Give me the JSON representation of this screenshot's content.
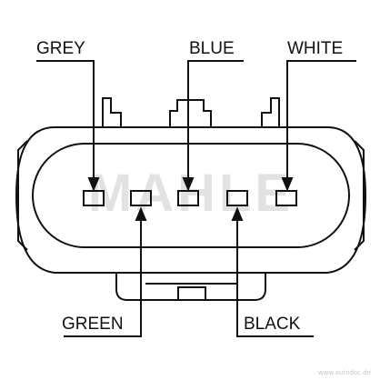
{
  "diagram": {
    "labels": {
      "grey": "GREY",
      "blue": "BLUE",
      "white": "WHITE",
      "green": "GREEN",
      "black": "BLACK"
    },
    "watermark": {
      "brand": "MAHLE",
      "url": "www.autodoc.de"
    },
    "colors": {
      "line": "#111111",
      "watermark": "#d6d6d6",
      "background": "#ffffff"
    }
  }
}
